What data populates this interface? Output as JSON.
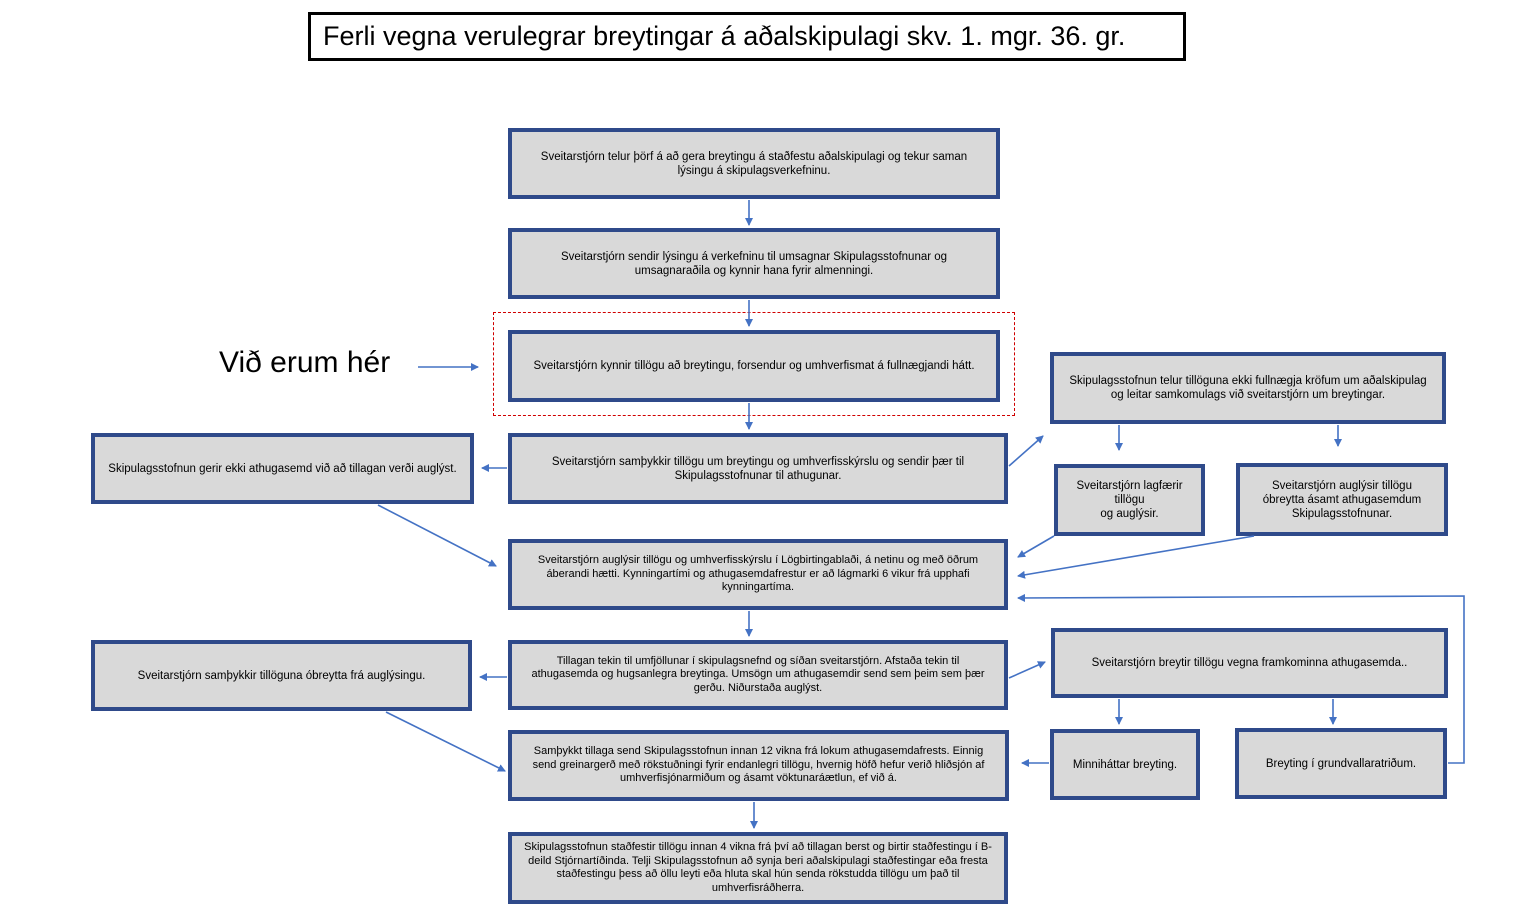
{
  "title": "Ferli vegna verulegrar breytingar á aðalskipulagi skv. 1. mgr. 36. gr.",
  "here_label": "Við erum hér",
  "colors": {
    "box_fill": "#d9d9d9",
    "box_border": "#2f4a8a",
    "arrow": "#4472c4",
    "dashed": "#d00000"
  },
  "steps": {
    "s1": "Sveitarstjórn telur þörf á að gera breytingu á staðfestu aðalskipulagi og tekur saman lýsingu á skipulagsverkefninu.",
    "s2": "Sveitarstjórn sendir lýsingu á verkefninu til umsagnar Skipulagsstofnunar og umsagnaraðila og kynnir hana fyrir almenningi.",
    "s3": "Sveitarstjórn kynnir tillögu að breytingu, forsendur og umhverfismat á fullnægjandi hátt.",
    "s4": "Sveitarstjórn samþykkir tillögu um breytingu og umhverfisskýrslu og sendir þær til Skipulagsstofnunar til athugunar.",
    "s4_left": "Skipulagsstofnun gerir ekki athugasemd við að tillagan verði auglýst.",
    "s4_right": "Skipulagsstofnun telur tillöguna ekki fullnægja kröfum um aðalskipulag og leitar samkomulags við sveitarstjórn um breytingar.",
    "s4_right_a": "Sveitarstjórn lagfærir\ntillögu\nog auglýsir.",
    "s4_right_b": "Sveitarstjórn auglýsir tillögu óbreytta ásamt athugasemdum Skipulagsstofnunar.",
    "s5": "Sveitarstjórn auglýsir tillögu og umhverfisskýrslu í Lögbirtingablaði, á netinu og með öðrum áberandi hætti. Kynningartími og athugasemdafrestur er að lágmarki 6 vikur frá upphafi kynningartíma.",
    "s6": "Tillagan tekin til umfjöllunar í skipulagsnefnd og síðan sveitarstjórn. Afstaða tekin til athugasemda og hugsanlegra breytinga. Umsögn um athugasemdir send sem þeim sem þær gerðu. Niðurstaða auglýst.",
    "s6_left": "Sveitarstjórn samþykkir tillöguna óbreytta frá auglýsingu.",
    "s6_right": "Sveitarstjórn breytir tillögu vegna framkominna athugasemda..",
    "s6_right_a": "Minniháttar breyting.",
    "s6_right_b": "Breyting í grundvallaratriðum.",
    "s7": "Samþykkt tillaga send Skipulagsstofnun innan 12 vikna frá lokum athugasemdafrests. Einnig send greinargerð með rökstuðningi fyrir endanlegri tillögu, hvernig höfð hefur verið hliðsjón af umhverfisjónarmiðum og ásamt vöktunaráætlun, ef við á.",
    "s8": "Skipulagsstofnun staðfestir tillögu innan 4 vikna frá því að tillagan berst og birtir staðfestingu í B-deild Stjórnartíðinda. Telji Skipulagsstofnun að synja beri aðalskipulagi staðfestingar eða fresta staðfestingu þess að öllu leyti eða hluta skal hún senda rökstudda tillögu um það til umhverfisráðherra."
  }
}
